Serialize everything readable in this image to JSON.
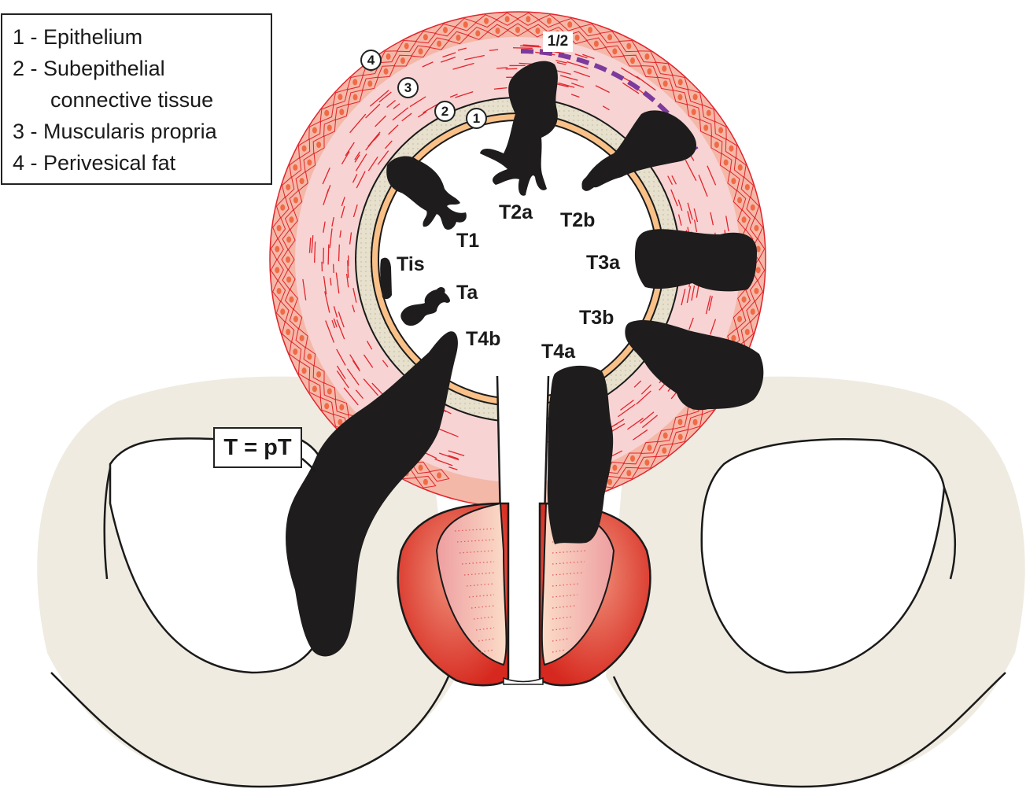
{
  "figure": {
    "subject": "Bladder cancer pT staging diagram",
    "legend": {
      "items": [
        {
          "number": "1",
          "text": "Epithelium"
        },
        {
          "number": "2",
          "text": "Subepithelial",
          "continuation": "connective tissue"
        },
        {
          "number": "3",
          "text": "Muscularis propria"
        },
        {
          "number": "4",
          "text": "Perivesical fat"
        }
      ],
      "separator": " - "
    },
    "layer_markers": [
      "1",
      "2",
      "3",
      "4"
    ],
    "half_marker": "1/2",
    "definition_box": "T = pT",
    "stage_labels": {
      "T2a": "T2a",
      "T2b": "T2b",
      "T1": "T1",
      "Tis": "Tis",
      "Ta": "Ta",
      "T3a": "T3a",
      "T3b": "T3b",
      "T4b": "T4b",
      "T4a": "T4a"
    },
    "colors": {
      "epithelium": "#f9c088",
      "subepithelial": "#e6e0cc",
      "muscularis": "#f7d3d3",
      "muscle_lines": "#e3242b",
      "perivesical_fat": "#f4b8a8",
      "fat_nuclei": "#f06a45",
      "tumor": "#1e1c1c",
      "pelvic_bone": "#efebe1",
      "prostate_outer": "#dc3c2c",
      "prostate_inner": "#f5c2b4",
      "half_line": "#7b3a9c",
      "outline": "#1a1a1a"
    }
  }
}
